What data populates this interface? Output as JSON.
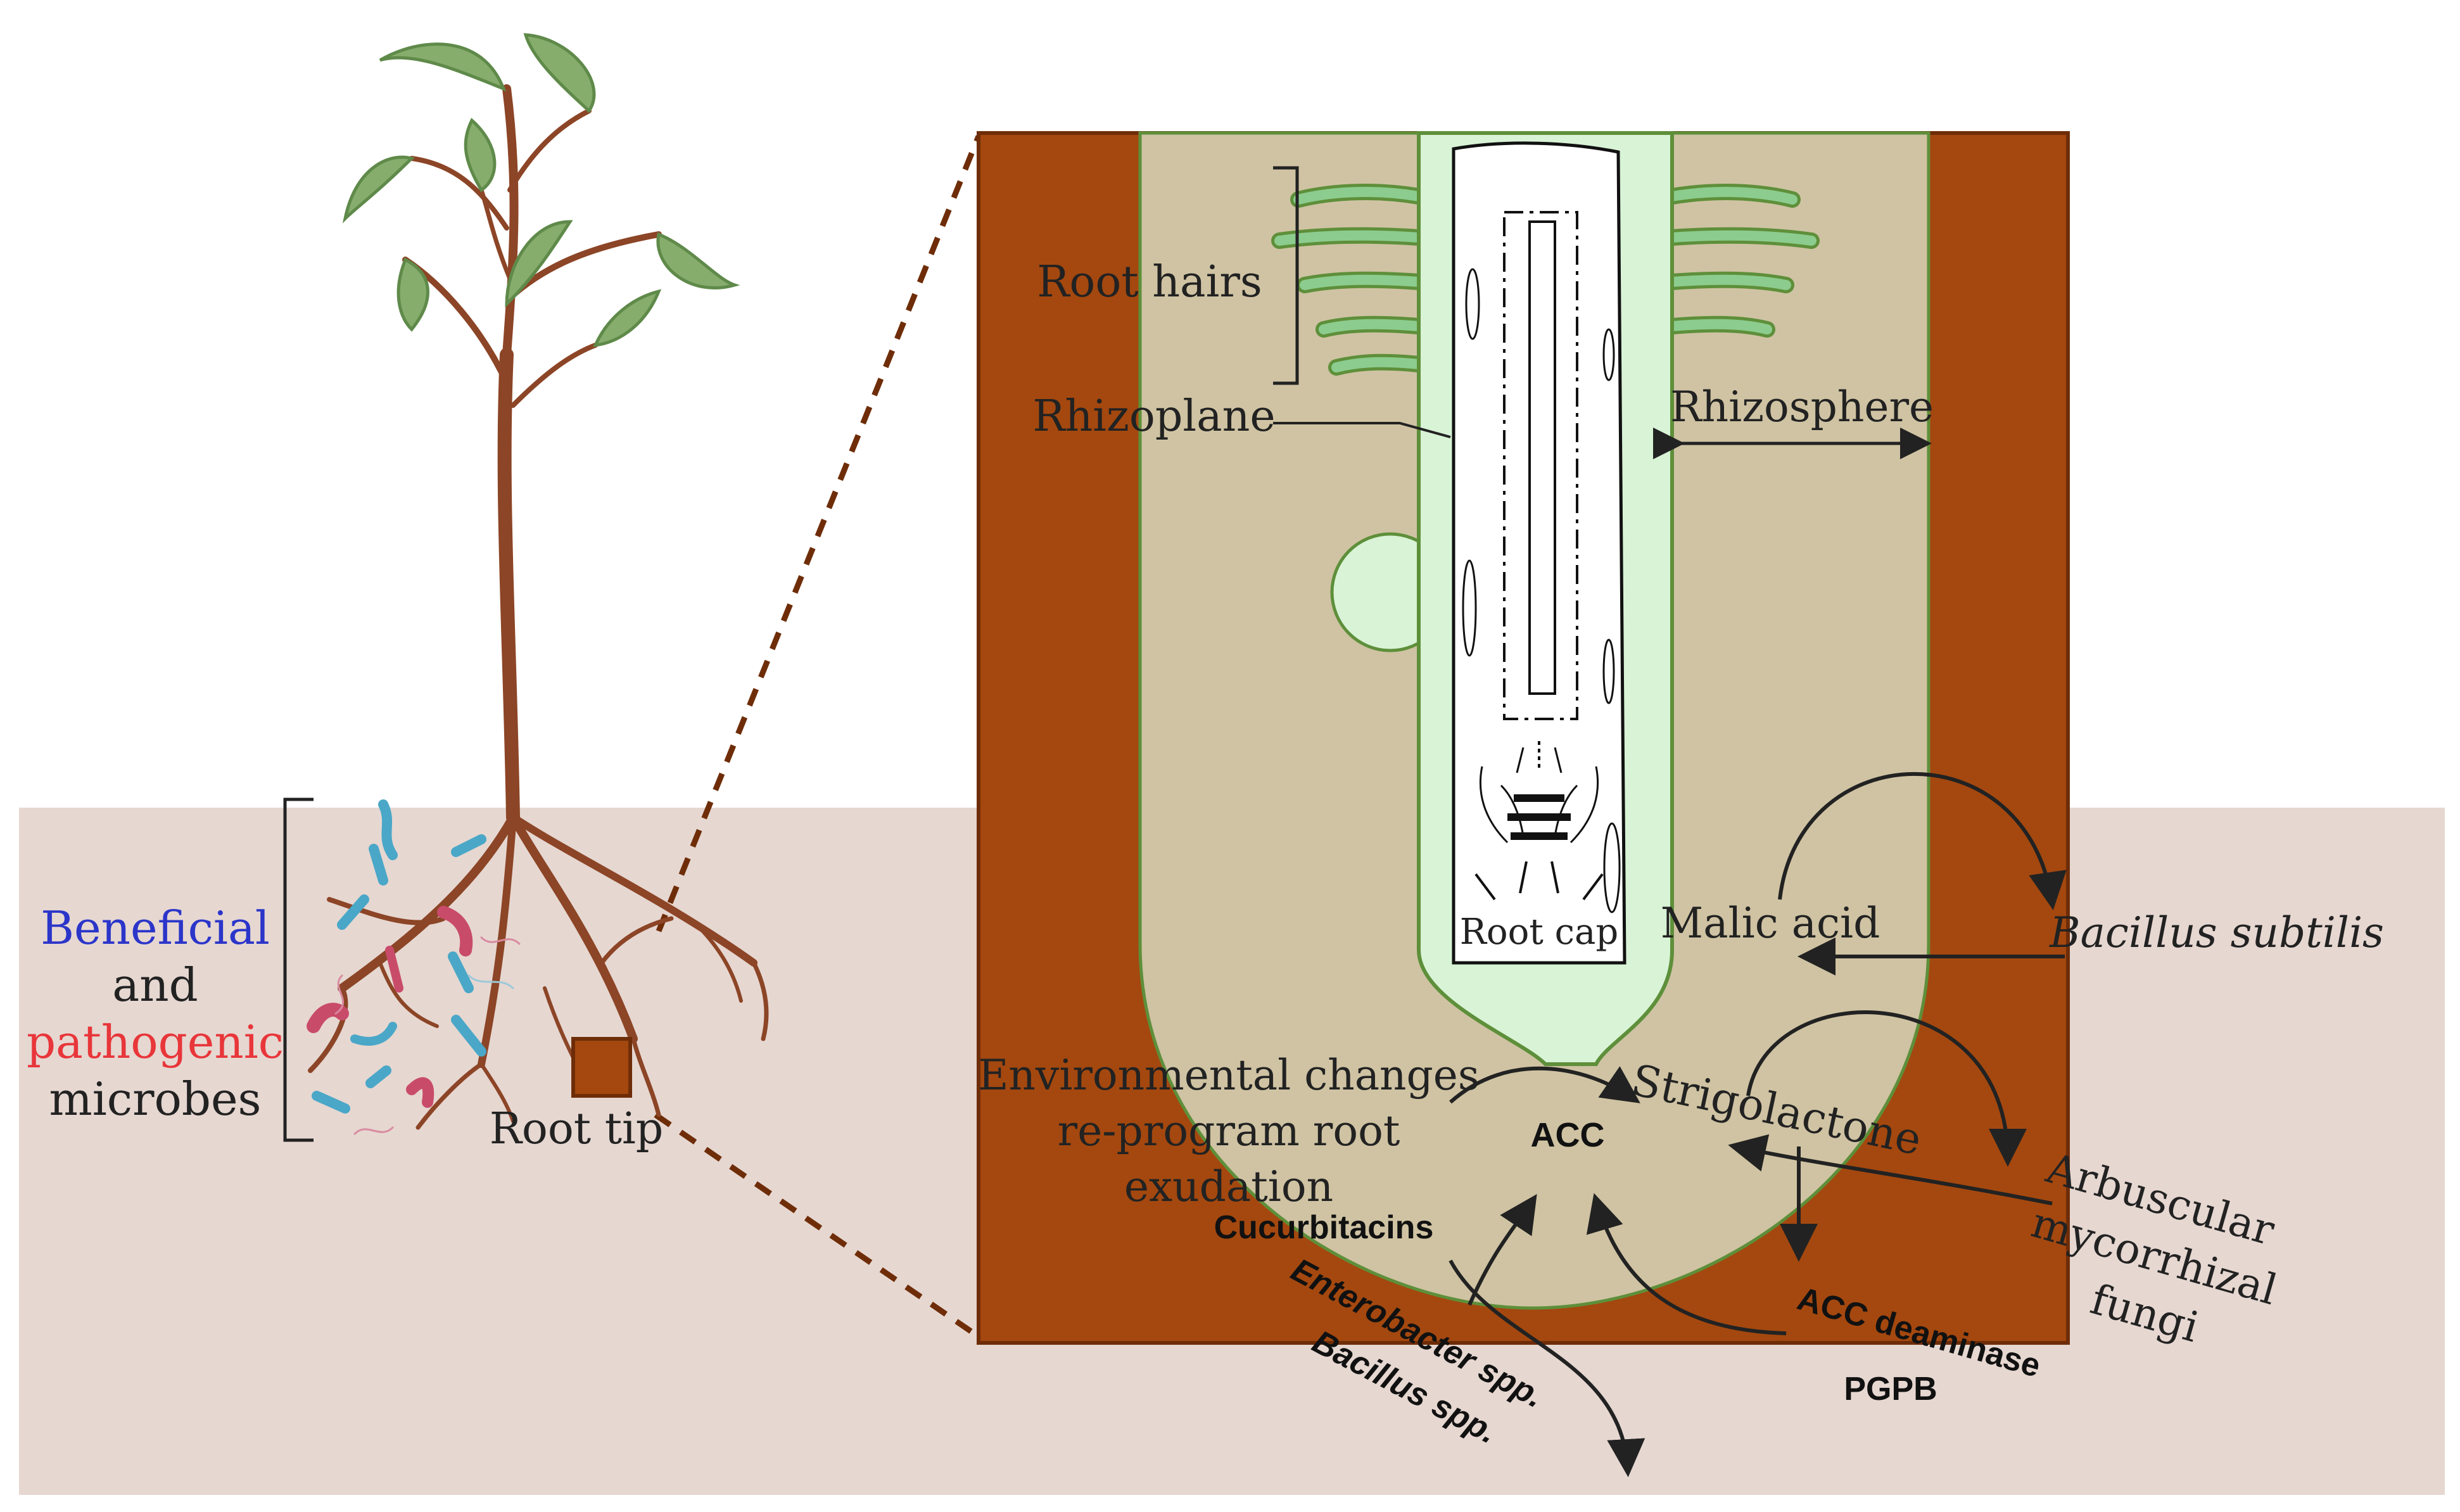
{
  "colors": {
    "soil": "#e6d7d1",
    "brown": "#a4480f",
    "brown_dark": "#6e2d08",
    "rhizosphere": "#cfc3a3",
    "root_edge": "#5e8f3a",
    "root_fill": "#d8f3d6",
    "hair": "#8ccc8e",
    "leaf": "#86ad6c",
    "leaf_dark": "#5f8a4a",
    "stem": "#8c4526",
    "microbe_blue": "#4aa7c8",
    "microbe_red": "#c94b6a",
    "text_dark": "#222222",
    "beneficial": "#2b35c9",
    "pathogenic": "#e8363a"
  },
  "labels": {
    "beneficial": "Beneficial",
    "and": "and",
    "pathogenic": "pathogenic",
    "microbes": "microbes",
    "root_tip": "Root tip",
    "root_hairs": "Root hairs",
    "rhizoplane": "Rhizoplane",
    "rhizosphere": "Rhizosphere",
    "root_cap": "Root cap",
    "malic_acid": "Malic acid",
    "bacillus_subtilis": "Bacillus subtilis",
    "env_line1": "Environmental changes",
    "env_line2": "re-program root",
    "env_line3": "exudation",
    "strigolactone": "Strigolactone",
    "acc": "ACC",
    "cucurbitacins": "Cucurbitacins",
    "amf_line1": "Arbuscular",
    "amf_line2": "mycorrhizal",
    "amf_line3": "fungi",
    "acc_deaminase": "ACC deaminase",
    "pgpb": "PGPB",
    "enterobacter": "Enterobacter spp.",
    "bacillus_spp": "Bacillus spp."
  }
}
